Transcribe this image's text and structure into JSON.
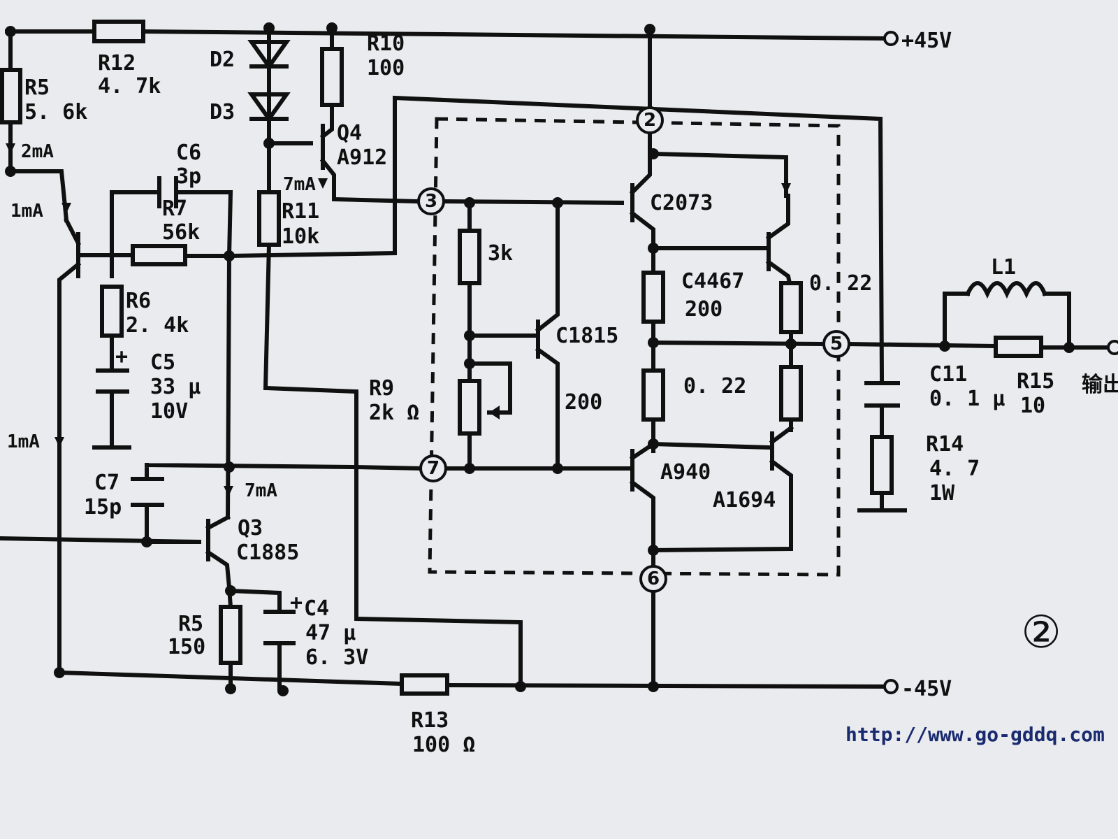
{
  "figure": {
    "figure_number": "②",
    "watermark_url": "http://www.go-gddq.com"
  },
  "supplies": {
    "positive": "+45V",
    "negative": "-45V",
    "output": "输出"
  },
  "nodes": [
    "2",
    "3",
    "5",
    "6",
    "7"
  ],
  "currents": {
    "i_2ma": "2mA",
    "i_1ma_top": "1mA",
    "i_1ma_left": "1mA",
    "i_7ma_q4": "7mA",
    "i_7ma_q3": "7mA"
  },
  "resistors": {
    "r5_top": {
      "name": "R5",
      "value": "5. 6k"
    },
    "r12": {
      "name": "R12",
      "value": "4. 7k"
    },
    "r10": {
      "name": "R10",
      "value": "100"
    },
    "r7": {
      "name": "R7",
      "value": "56k"
    },
    "r6": {
      "name": "R6",
      "value": "2. 4k"
    },
    "r11": {
      "name": "R11",
      "value": "10k"
    },
    "r9": {
      "name": "R9",
      "value": "2k Ω"
    },
    "r5_bottom": {
      "name": "R5",
      "value": "150"
    },
    "r13": {
      "name": "R13",
      "value": "100 Ω"
    },
    "r14": {
      "name": "R14",
      "value": "4. 7",
      "power": "1W"
    },
    "r15": {
      "name": "R15",
      "value": "10"
    },
    "r_3k": {
      "value": "3k"
    },
    "r_200_bias": {
      "value": "200"
    },
    "r_200_driver": {
      "value": "200"
    },
    "r_022_top": {
      "value": "0. 22"
    },
    "r_022_mid": {
      "value": "0. 22"
    }
  },
  "capacitors": {
    "c6": {
      "name": "C6",
      "value": "3p"
    },
    "c5": {
      "name": "C5",
      "value": "33 μ",
      "voltage": "10V"
    },
    "c7": {
      "name": "C7",
      "value": "15p"
    },
    "c4": {
      "name": "C4",
      "value": "47 μ",
      "voltage": "6. 3V"
    },
    "c11": {
      "name": "C11",
      "value": "0. 1 μ"
    }
  },
  "inductors": {
    "l1": {
      "name": "L1"
    }
  },
  "diodes": {
    "d2": {
      "name": "D2"
    },
    "d3": {
      "name": "D3"
    }
  },
  "transistors": {
    "q4": {
      "name": "Q4",
      "part": "A912"
    },
    "q3": {
      "name": "Q3",
      "part": "C1885"
    },
    "c1815": {
      "part": "C1815"
    },
    "c2073": {
      "part": "C2073"
    },
    "c4467": {
      "part": "C4467"
    },
    "a940": {
      "part": "A940"
    },
    "a1694": {
      "part": "A1694"
    }
  }
}
